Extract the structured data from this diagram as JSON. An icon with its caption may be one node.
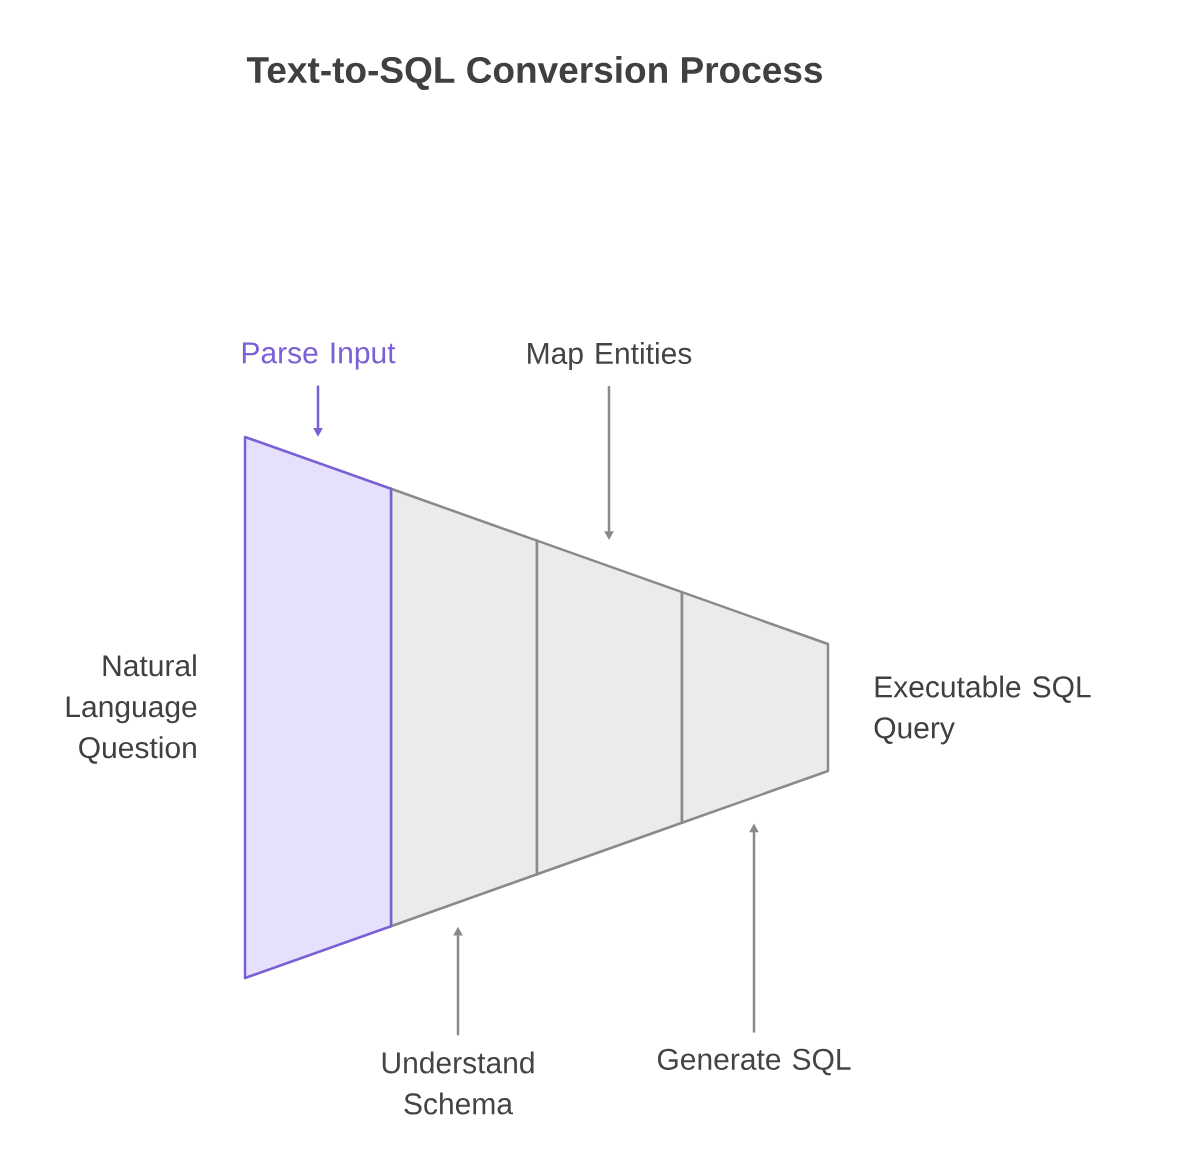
{
  "diagram": {
    "title": "Text-to-SQL Conversion Process",
    "nodes": [
      {
        "text": [
          "Parse Input"
        ]
      },
      {
        "text": [
          "Map Entities"
        ]
      },
      {
        "text": [
          "Understand Schema"
        ]
      },
      {
        "text": [
          "Generate SQL"
        ]
      },
      {
        "text": [],
        "shape": "box"
      },
      {
        "text": [],
        "shape": "box"
      },
      {
        "text": [],
        "shape": "box"
      },
      {
        "text": [],
        "shape": "box"
      }
    ],
    "edges": [
      {
        "from": 0,
        "to": 4,
        "arrow": "to",
        "color": "#7b5fd4"
      },
      {
        "from": 2,
        "to": 5,
        "arrow": "to"
      },
      {
        "from": 1,
        "to": 6,
        "arrow": "to"
      },
      {
        "from": 3,
        "to": 7,
        "arrow": "to"
      }
    ],
    "labels": [
      "Natural Language Question",
      "Executable SQL Query"
    ]
  }
}
